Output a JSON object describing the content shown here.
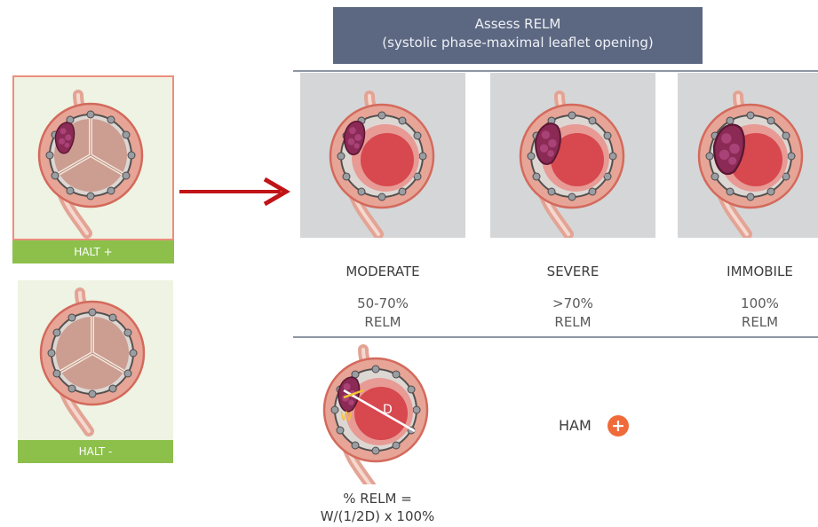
{
  "header": {
    "title": "Assess RELM",
    "subtitle": "(systolic phase-maximal leaflet opening)"
  },
  "halt_positive": {
    "label": "HALT +"
  },
  "halt_negative": {
    "label": "HALT -"
  },
  "severity": [
    {
      "grade": "MODERATE",
      "range": "50-70%",
      "unit": "RELM"
    },
    {
      "grade": "SEVERE",
      "range": ">70%",
      "unit": "RELM"
    },
    {
      "grade": "IMMOBILE",
      "range": "100%",
      "unit": "RELM"
    }
  ],
  "measure": {
    "w_label": "W",
    "d_label": "D",
    "formula_line1": "% RELM =",
    "formula_line2": "W/(1/2D) x 100%"
  },
  "ham": {
    "label": "HAM",
    "badge": "+"
  },
  "colors": {
    "header_bg": "#5c6882",
    "halt_green": "#8cc04b",
    "arrow_red": "#c01417",
    "badge_orange": "#f06b3a"
  }
}
